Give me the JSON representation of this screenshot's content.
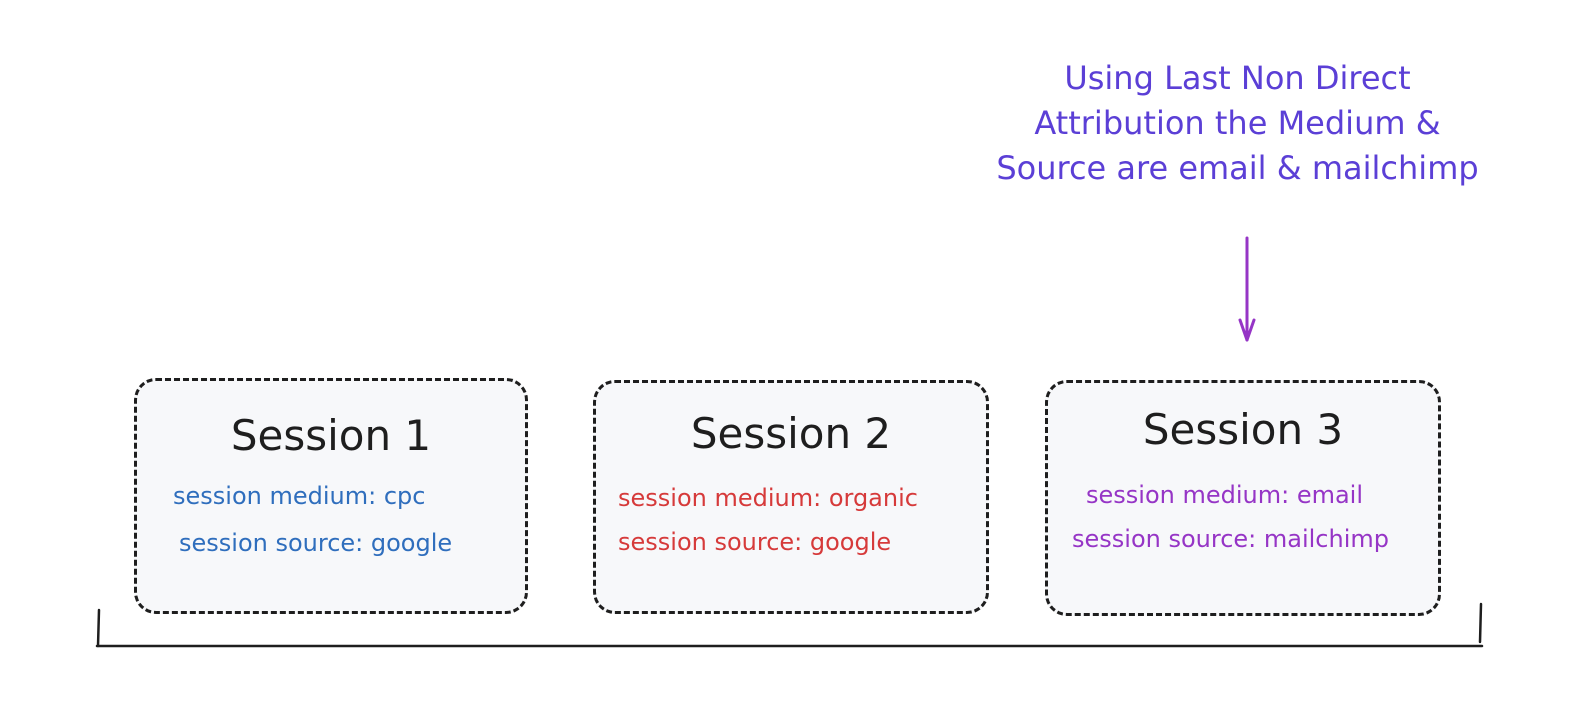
{
  "annotation": {
    "lines": [
      "Using Last Non Direct",
      "Attribution the Medium &",
      "Source are email & mailchimp"
    ],
    "color": "#5b3fd6"
  },
  "sessions": [
    {
      "title": "Session 1",
      "medium": "session medium: cpc",
      "source": "session source: google",
      "color": "#2f6ebd"
    },
    {
      "title": "Session 2",
      "medium": "session medium: organic",
      "source": "session source: google",
      "color": "#d63a3a"
    },
    {
      "title": "Session 3",
      "medium": "session medium: email",
      "source": "session source: mailchimp",
      "color": "#9635c6"
    }
  ],
  "colors": {
    "stroke": "#1e1e1e",
    "card_fill": "#f7f8fa",
    "arrow": "#9635c6"
  }
}
